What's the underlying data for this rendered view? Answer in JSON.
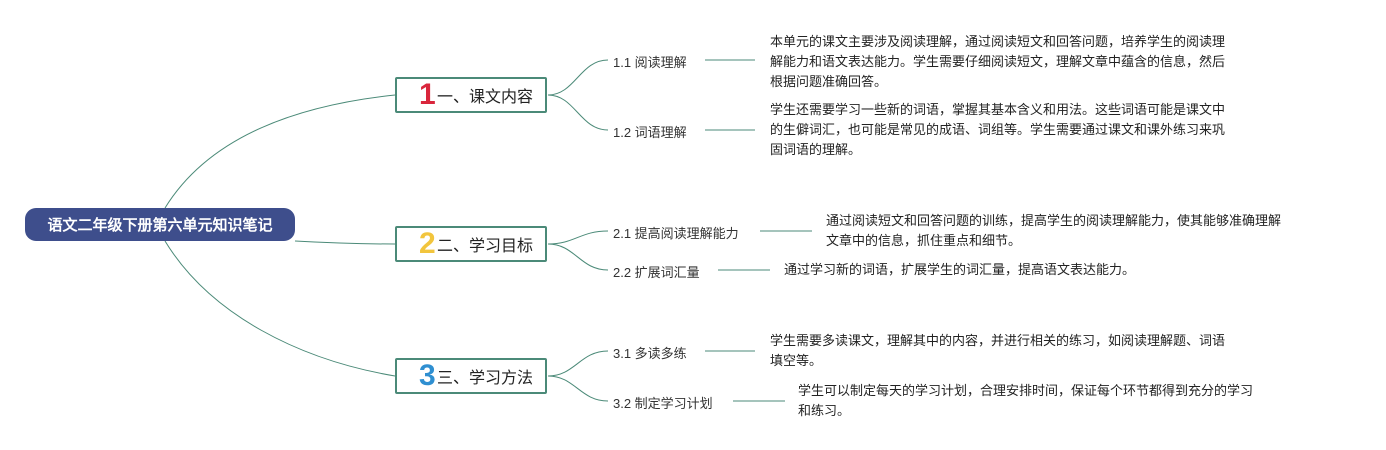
{
  "colors": {
    "root_bg": "#3e4e8c",
    "branch_line": "#4b8a78",
    "marker_1": "#d9263c",
    "marker_2": "#f2c53d",
    "marker_3": "#2f8fd1"
  },
  "root": {
    "title": "语文二年级下册第六单元知识笔记"
  },
  "topics": [
    {
      "number": "1",
      "label": "一、课文内容",
      "subs": [
        {
          "label": "1.1 阅读理解",
          "note_lines": [
            "本单元的课文主要涉及阅读理解，通过阅读短文和回答问题，培养学生的阅读理",
            "解能力和语文表达能力。学生需要仔细阅读短文，理解文章中蕴含的信息，然后",
            "根据问题准确回答。"
          ]
        },
        {
          "label": "1.2 词语理解",
          "note_lines": [
            "学生还需要学习一些新的词语，掌握其基本含义和用法。这些词语可能是课文中",
            "的生僻词汇，也可能是常见的成语、词组等。学生需要通过课文和课外练习来巩",
            "固词语的理解。"
          ]
        }
      ]
    },
    {
      "number": "2",
      "label": "二、学习目标",
      "subs": [
        {
          "label": "2.1 提高阅读理解能力",
          "note_lines": [
            "通过阅读短文和回答问题的训练，提高学生的阅读理解能力，使其能够准确理解",
            "文章中的信息，抓住重点和细节。"
          ]
        },
        {
          "label": "2.2 扩展词汇量",
          "note_lines": [
            "通过学习新的词语，扩展学生的词汇量，提高语文表达能力。"
          ]
        }
      ]
    },
    {
      "number": "3",
      "label": "三、学习方法",
      "subs": [
        {
          "label": "3.1 多读多练",
          "note_lines": [
            "学生需要多读课文，理解其中的内容，并进行相关的练习，如阅读理解题、词语",
            "填空等。"
          ]
        },
        {
          "label": "3.2 制定学习计划",
          "note_lines": [
            "学生可以制定每天的学习计划，合理安排时间，保证每个环节都得到充分的学习",
            "和练习。"
          ]
        }
      ]
    }
  ]
}
